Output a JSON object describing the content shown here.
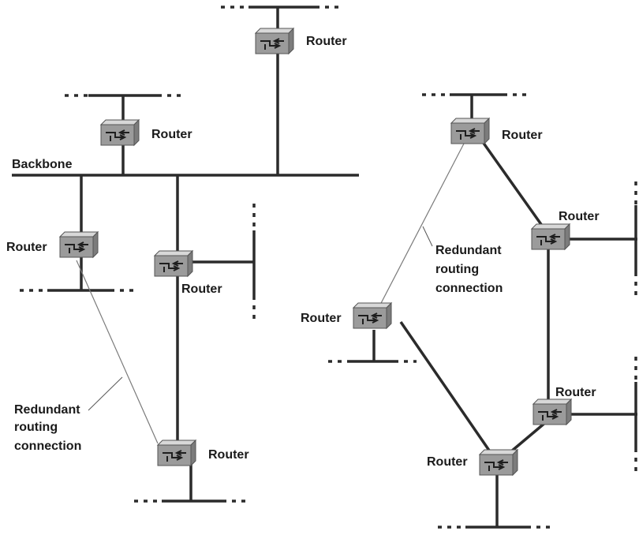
{
  "labels": {
    "router": "Router",
    "backbone": "Backbone",
    "redundant_1": "Redundant",
    "redundant_2": "routing",
    "redundant_3": "connection"
  },
  "colors": {
    "router_top": "#d6d6d6",
    "router_front": "#9a9a9a",
    "router_side": "#7d7d7d",
    "line": "#2b2b2b"
  }
}
